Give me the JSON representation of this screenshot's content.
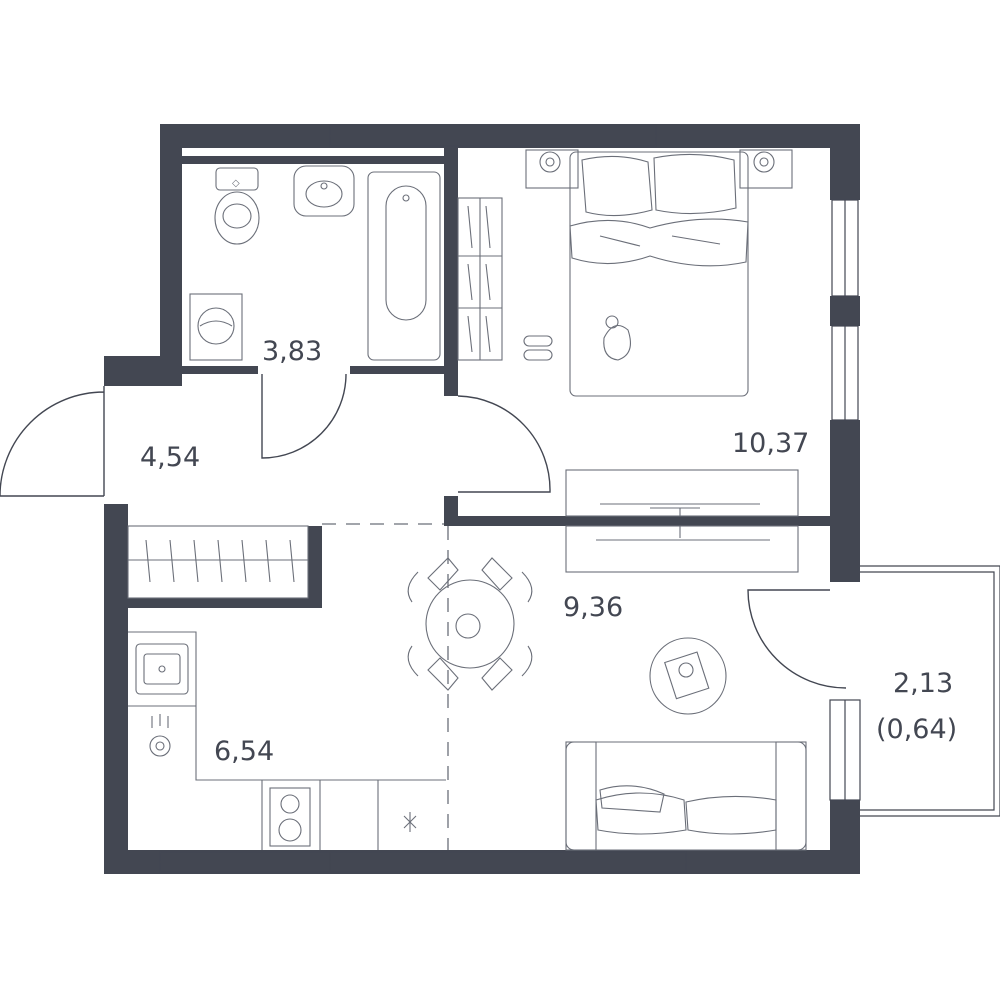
{
  "rooms": {
    "bathroom": {
      "area": "3,83"
    },
    "hallway": {
      "area": "4,54"
    },
    "bedroom": {
      "area": "10,37"
    },
    "living": {
      "area": "9,36"
    },
    "kitchen": {
      "area": "6,54"
    },
    "balcony": {
      "area": "2,13",
      "area_reduced": "(0,64)"
    }
  },
  "colors": {
    "wall": "#434752",
    "fixture": "#6b6f79",
    "background": "#ffffff"
  }
}
